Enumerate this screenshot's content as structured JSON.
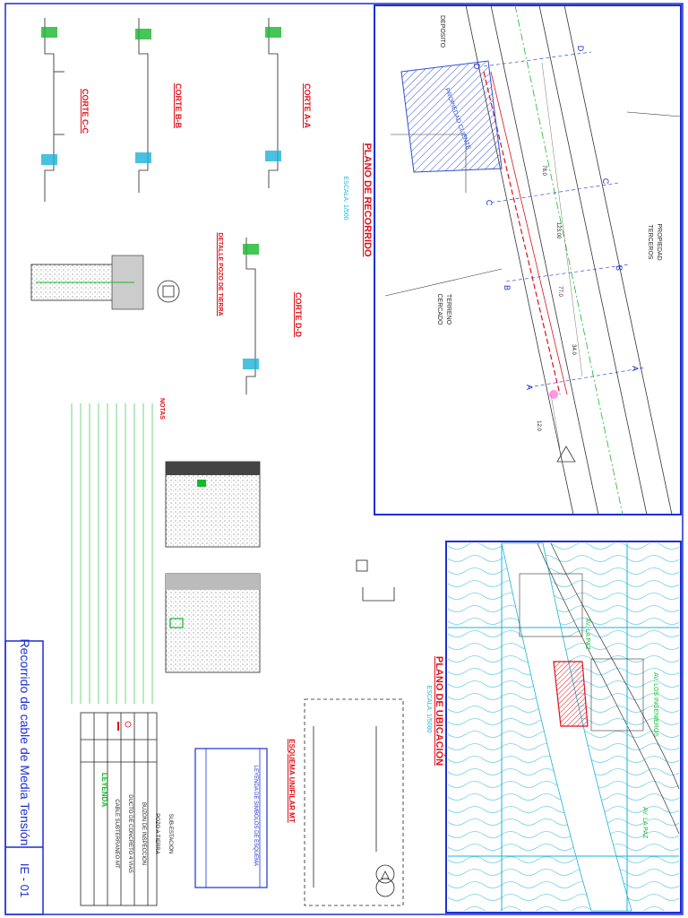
{
  "sheet": {
    "title": "Recorrido de cable de Media Tensión",
    "code": "IE - 01"
  },
  "plano_recorrido": {
    "title": "PLANO DE RECORRIDO",
    "scale": "ESCALA: 1/500",
    "labels": {
      "deposito": "DEPOSITO",
      "propiedad_cliente": "PROPIEDAD CLIENTE",
      "propiedad_terceros": "PROPIEDAD TERCEROS",
      "terreno_cercado": "TERRENO CERCADO",
      "dim_78": "78.0",
      "dim_123": "123.00",
      "dim_77": "77.0",
      "dim_34": "34.0",
      "dim_12": "12.0"
    },
    "section_marks": [
      "A",
      "B",
      "C",
      "D"
    ]
  },
  "cortes": [
    {
      "title": "CORTE C-C"
    },
    {
      "title": "CORTE B-B"
    },
    {
      "title": "CORTE A-A"
    },
    {
      "title": "CORTE D-D"
    }
  ],
  "detalle_pozo": {
    "title": "DETALLE POZO DE TIERRA"
  },
  "plano_ubicacion": {
    "title": "PLANO DE UBICACIÓN",
    "scale": "ESCALA: 1/5000",
    "road": "AV. LA PAZ"
  },
  "esquema_unifilar": {
    "title": "ESQUEMA UNIFILAR MT"
  },
  "leyenda": {
    "title": "LEYENDA",
    "legend_box_title": "LEYENDA DE SIMBOLOS DE ESQUEMA",
    "rows": [
      "CABLE SUBTERRANEO MT",
      "DUCTO DE CONCRETO 4 VIAS",
      "BUZON DE INSPECCION",
      "POZO A TIERRA",
      "SUB-ESTACION"
    ]
  },
  "notas": {
    "title": "NOTAS"
  },
  "colors": {
    "frame": "#1c2fd4",
    "red": "#e0101a",
    "green": "#16b82c",
    "cyan": "#1ab3d8",
    "hatch": "#2d4fd6",
    "line": "#222222"
  }
}
